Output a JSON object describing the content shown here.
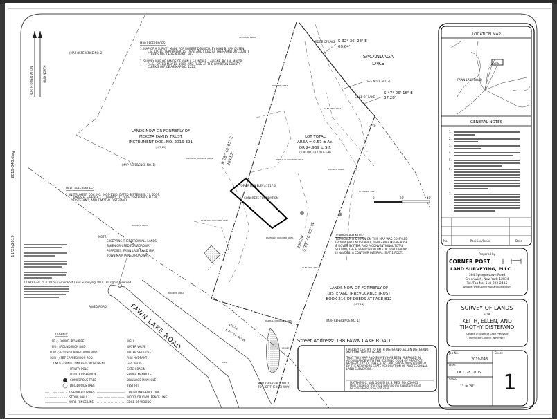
{
  "margin": {
    "file_name": "2019-048.dwg",
    "date": "11/25/2019",
    "north_orientation": "NORTH ORIENTATION",
    "grid_north": "GRID NORTH"
  },
  "map_refs": {
    "heading": "MAP REFERENCES:",
    "items": [
      "1.  MAP OF A SURVEY MADE FOR ROBERT DEDRICH, BY JOHN B. VAN DUSEN,",
      "L.S., DATED SEPTEMBER 15, 1978, AND FILED AT THE HAMILTON COUNTY",
      "CLERK'S OFFICE AS MAP NO. 902.",
      "2.  SURVEY MAP OF LANDS OF JOHN J. & LINDA B. LAVIGNE, BY A.A. MAJOR,",
      "P.L.S., DATED MAY 11, 1989, AND FILED AT THE HAMILTON COUNTY",
      "CLERK'S OFFICE AS MAP NO. 1225."
    ],
    "map_ref_2": "(MAP REFERENCE NO. 2)"
  },
  "meketa": {
    "l1": "LANDS NOW OR FORMERLY OF",
    "l2": "MEKETA FAMILY TRUST",
    "l3": "INSTRUMENT DOC. NO. 2016-391",
    "lot": "(LOT 15)",
    "ref": "(MAP REFERENCE NO. 1)"
  },
  "lake": {
    "l1": "SACANDAGA",
    "l2": "LAKE",
    "b1": "S 32° 36' 28\" E",
    "d1": "69.64'",
    "see_note": "(SEE NOTE NO. 7)",
    "b2": "S 47° 26' 16\" E",
    "d2": "37.28'",
    "edge": "EDGE OF LAKE",
    "ifp": "½\"FP"
  },
  "lot": {
    "l1": "LOT TOTAL",
    "l2": "AREA = 0.57 ± Ac.",
    "l3": "OR 24,969 ± S.F.",
    "l4": "(T.M. NO. 112.019-1-8)"
  },
  "bearings": {
    "west": "N 28° 46' 05\" E",
    "west_dist": "269.52'",
    "east": "S 28° 46' 05\" W",
    "east_dist": "250.34'",
    "road": "N 47° 57' 46\" W",
    "road_dist": "100.04'"
  },
  "foundation": {
    "label": "CONCRETE FOUNDATION",
    "top": "TOP OF FDN ELEV=1717.0"
  },
  "areas": {
    "clearing": "CLEARING AREA",
    "wooded": "WOODED AREA",
    "partial": "PARTIALLY WOODED AREA",
    "house": "HOUSE",
    "shed": "SHED"
  },
  "deed": {
    "heading": "DEED REFERENCES:",
    "l1": "1.  INSTRUMENT DOC. NO. 2019-1140, DATED SEPTEMBER 10, 2019,",
    "l2": "JAMES E. & RENEE F. CONNORS TO KEITH DISTEFANO, ELLEN",
    "l3": "DISTEFANO, AND TIMOTHY DISTEFANO."
  },
  "note": {
    "heading": "NOTE:",
    "l1": "EXCEPTING THEREFROM ALL LANDS",
    "l2": "TAKEN OR USED FOR ROADWAY",
    "l3": "PURPOSES. FAWN LAKE ROAD IS A",
    "l4": "TOWN MAINTAINED ROADWAY."
  },
  "topo": {
    "heading": "TOPOGRAPHY NOTE:",
    "l1": "TOPOGRAPHY SHOWN ON THIS MAP WAS COMPILED",
    "l2": "FROM A GROUND SURVEY, USING AN RTK/GPS BASE",
    "l3": "& ROVER SYSTEM, AND A CONVENTIONAL TOTAL",
    "l4": "STATION. THE ELEVATION DATUM FOR TOPOGRAPHY",
    "l5": "IS NAVD88, & CONTOUR INTERVAL IS AT 1 FOOT."
  },
  "distefano": {
    "l1": "LANDS NOW OR FORMERLY OF",
    "l2": "DISTEFANO IRREVOCABLE TRUST",
    "l3": "BOOK 216 OF DEEDS AT PAGE 812",
    "lot": "(LOT 14)",
    "ref": "(MAP REFERENCE NO. 1)"
  },
  "road": {
    "name": "FAWN LAKE ROAD",
    "paved": "PAVED ROAD",
    "hwy1": "MAP REFERENCE NO. 1",
    "hwy2": "TO ℄ OF THE HIGHWAY"
  },
  "scale_bar": {
    "t0": "0",
    "t1": "20'",
    "t2": "40'"
  },
  "street_address": "Street Address: 138 FAWN LAKE ROAD",
  "cert": {
    "l1": "I HEREBY CERTIFY TO KEITH DISTEFANO, ELLEN DISTEFANO,",
    "l2": "AND TIMOTHY DISTEFANO.",
    "l3": "THAT THIS MAP AND SURVEY HAS BEEN PREPARED IN",
    "l4": "ACCORDANCE WITH THE EXISTING CODE OF PRACTICE,",
    "l5": "REVISED JULY 10, 1997, FOR LAND SURVEYORS ADOPTED",
    "l6": "BY THE NEW YORK STATE ASSOCIATION OF PROFESSIONAL",
    "l7": "LAND SURVEYORS.",
    "sig": "MATTHEW C. VAN DOREN    P.L.S. REG. NO. 050965",
    "sig2": "Only copies of this map bearing my signature shall",
    "sig3": "be considered true and valid."
  },
  "legend": {
    "heading": "LEGEND:",
    "left": [
      "FP ○  FOUND IRON PIPE",
      "FIR ○  FOUND IRON ROD",
      "FCIR ○  FOUND CAPPED IRON ROD",
      "SCIR ○  SET CAPPED IRON ROD",
      "CM ⊡  FOUND CONCRETE MONUMENT",
      "UTILITY POLE",
      "UTILITY RISER/BOX",
      "CONIFEROUS TREE",
      "DECIDUOUS TREE"
    ],
    "right": [
      "WELL",
      "WATER VALVE",
      "WATER SHUT OFF",
      "FIRE HYDRANT",
      "GAS VALVE",
      "CATCH BASIN",
      "SEWER MANHOLE",
      "DRAINAGE MANHOLE",
      "TEST PIT"
    ],
    "lines": [
      "OVERHEAD WIRES",
      "STONE WALL",
      "WIRE FENCE LINE",
      "CHAIN LINK FENCE LINE",
      "WOOD OR VINYL FENCE LINE",
      "EDGE OF WOODS"
    ]
  },
  "copyright": "COPYRIGHT © 2019 by Corner Post Land Surveying, PLLC. All rights reserved.",
  "title_block": {
    "location_map": "LOCATION MAP",
    "site": "SITE",
    "fawn_lake_road": "FAWN LAKE ROAD",
    "general_notes": "GENERAL NOTES",
    "notes": [
      "1.",
      "2.",
      "3.",
      "4.",
      "5.",
      "6.",
      "7."
    ],
    "rev_no": "No.",
    "rev_issue": "Revision/Issue",
    "rev_date": "Date",
    "prepared_by": "Prepared by",
    "company1": "CORNER POST",
    "company2": "LAND SURVEYING, PLLC",
    "address1": "364 Spraguetown Road",
    "address2": "Greenwich, New York 12834",
    "phone": "Tel./Fax No. 518-692-2435",
    "website": "Website: www.CornerPostLandSurvey.com",
    "survey_title": "SURVEY OF LANDS",
    "for": "FOR",
    "client1": "KEITH, ELLEN, AND",
    "client2": "TIMOTHY DISTEFANO",
    "situate": "Situate in Town of Lake Pleasant",
    "county": "Hamilton County, New York",
    "job_label": "Job No.",
    "job": "2019-048",
    "date_label": "Date",
    "date": "OCT. 28, 2019",
    "scale_label": "Scale",
    "scale": "1\" = 20'",
    "sheet_label": "Sheet",
    "sheet": "1"
  }
}
